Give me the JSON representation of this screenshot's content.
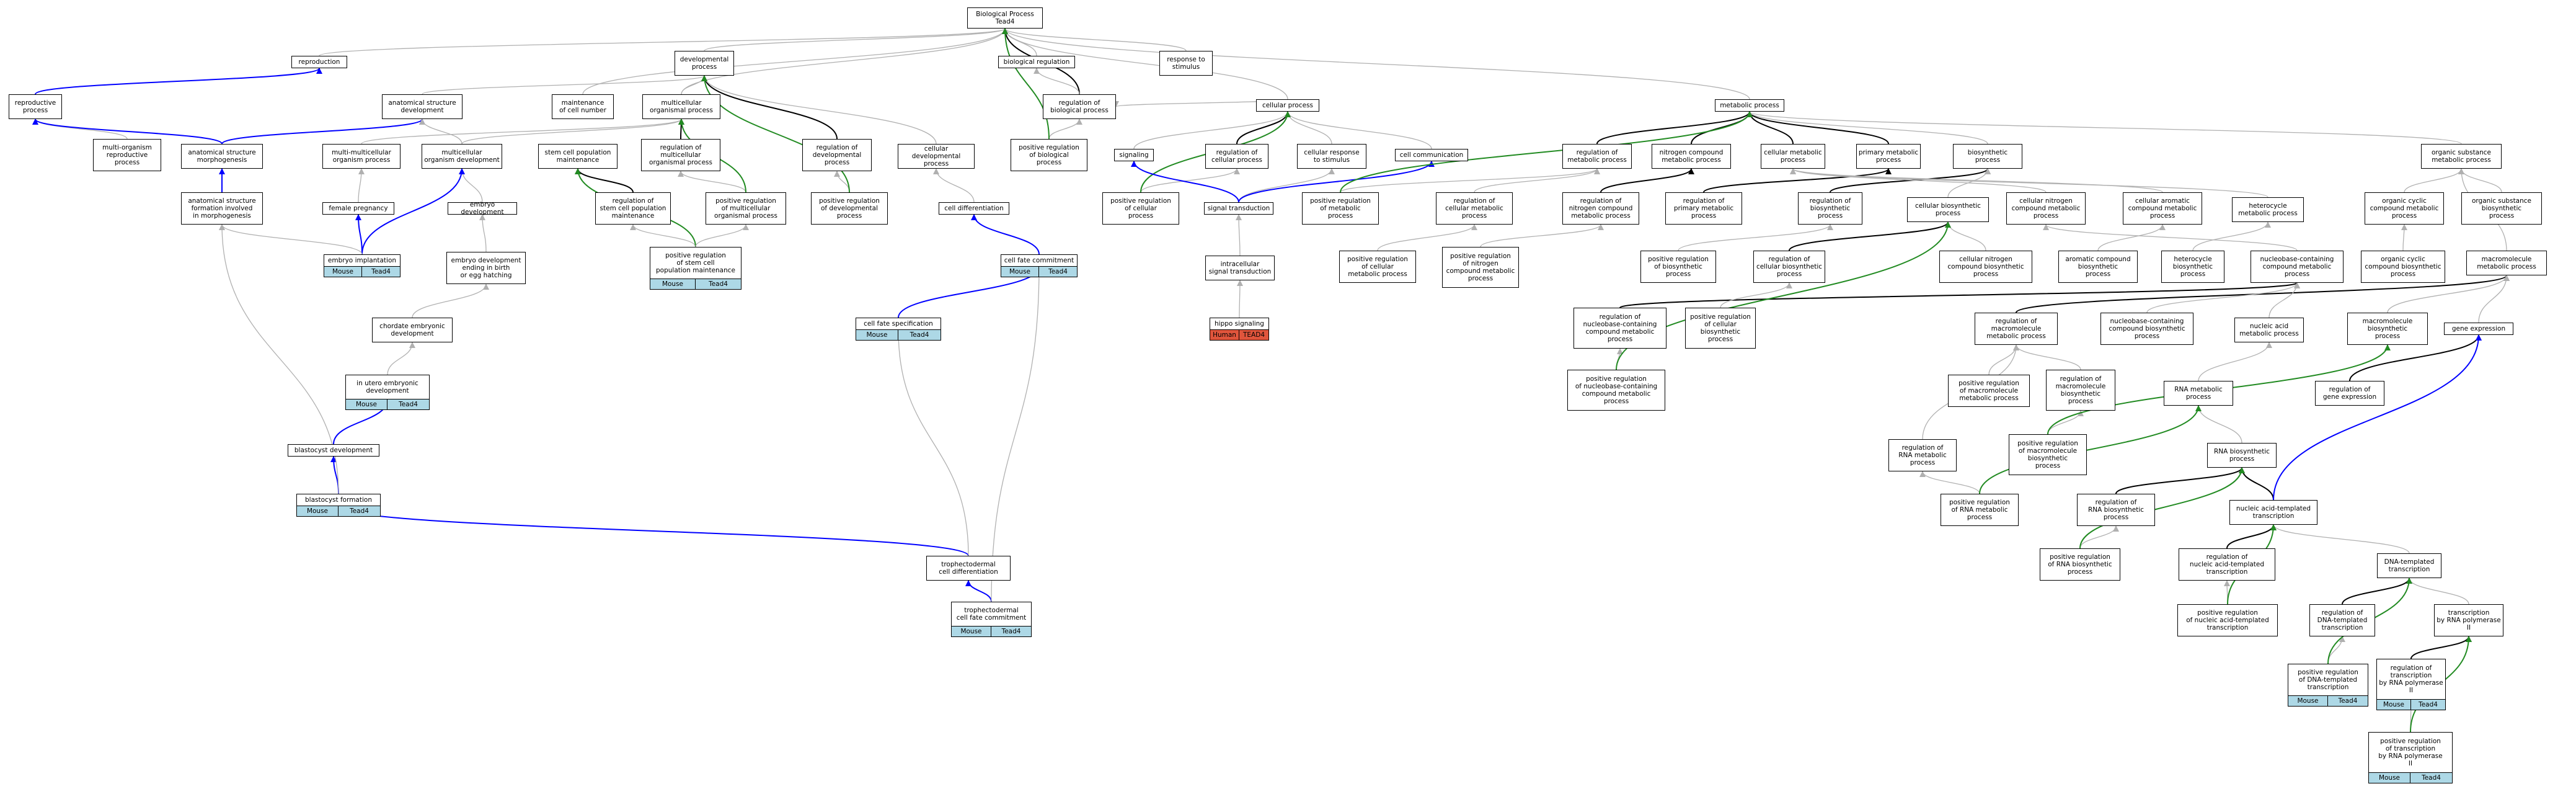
{
  "nodes": [
    {
      "id": "bp",
      "label": "Biological Process\nTead4"
    },
    {
      "id": "repro",
      "label": "reproduction"
    },
    {
      "id": "reprop",
      "label": "reproductive\nprocess"
    },
    {
      "id": "dev",
      "label": "developmental\nprocess"
    },
    {
      "id": "biolreg",
      "label": "biological regulation"
    },
    {
      "id": "resp",
      "label": "response to\nstimulus"
    },
    {
      "id": "anatdev",
      "label": "anatomical structure\ndevelopment"
    },
    {
      "id": "maint",
      "label": "maintenance\nof cell number"
    },
    {
      "id": "multiorg",
      "label": "multicellular\norganismal process"
    },
    {
      "id": "regbp",
      "label": "regulation of\nbiological process"
    },
    {
      "id": "cellproc",
      "label": "cellular process"
    },
    {
      "id": "metab",
      "label": "metabolic process"
    },
    {
      "id": "multirepro",
      "label": "multi-organism\nreproductive\nprocess"
    },
    {
      "id": "anatmorph",
      "label": "anatomical structure\nmorphogenesis"
    },
    {
      "id": "multimulti",
      "label": "multi-multicellular\norganism process"
    },
    {
      "id": "multidev",
      "label": "multicellular\norganism development"
    },
    {
      "id": "stemmaint",
      "label": "stem cell population\nmaintenance"
    },
    {
      "id": "regmultiorg",
      "label": "regulation of\nmulticellular\norganismal process"
    },
    {
      "id": "regdev",
      "label": "regulation of\ndevelopmental\nprocess"
    },
    {
      "id": "celldev",
      "label": "cellular developmental\nprocess"
    },
    {
      "id": "posregbp",
      "label": "positive regulation\nof biological\nprocess"
    },
    {
      "id": "signaling",
      "label": "signaling"
    },
    {
      "id": "regcell",
      "label": "regulation of\ncellular process"
    },
    {
      "id": "cellresp",
      "label": "cellular response\nto stimulus"
    },
    {
      "id": "cellcomm",
      "label": "cell communication"
    },
    {
      "id": "regmetab",
      "label": "regulation of\nmetabolic process"
    },
    {
      "id": "ncmetab",
      "label": "nitrogen compound\nmetabolic process"
    },
    {
      "id": "cellmetab",
      "label": "cellular metabolic\nprocess"
    },
    {
      "id": "primmetab",
      "label": "primary metabolic\nprocess"
    },
    {
      "id": "biosyn",
      "label": "biosynthetic\nprocess"
    },
    {
      "id": "orgsub",
      "label": "organic substance\nmetabolic process"
    },
    {
      "id": "anatform",
      "label": "anatomical structure\nformation involved\nin morphogenesis"
    },
    {
      "id": "femalepreg",
      "label": "female pregnancy"
    },
    {
      "id": "embdev",
      "label": "embryo development"
    },
    {
      "id": "regstem",
      "label": "regulation of\nstem cell population\nmaintenance"
    },
    {
      "id": "posregmulti",
      "label": "positive regulation\nof multicellular\norganismal process"
    },
    {
      "id": "posregdev",
      "label": "positive regulation\nof developmental\nprocess"
    },
    {
      "id": "celldiff",
      "label": "cell differentiation"
    },
    {
      "id": "posregcell",
      "label": "positive regulation\nof cellular\nprocess"
    },
    {
      "id": "sigtrans",
      "label": "signal transduction"
    },
    {
      "id": "posregmetab",
      "label": "positive regulation\nof metabolic\nprocess"
    },
    {
      "id": "regcellmetab",
      "label": "regulation of\ncellular metabolic\nprocess"
    },
    {
      "id": "regncmetab",
      "label": "regulation of\nnitrogen compound\nmetabolic process"
    },
    {
      "id": "regprim",
      "label": "regulation of\nprimary metabolic\nprocess"
    },
    {
      "id": "regbiosyn",
      "label": "regulation of\nbiosynthetic\nprocess"
    },
    {
      "id": "cellbiosyn",
      "label": "cellular biosynthetic\nprocess"
    },
    {
      "id": "cellncmetab",
      "label": "cellular nitrogen\ncompound metabolic\nprocess"
    },
    {
      "id": "cellarom",
      "label": "cellular aromatic\ncompound metabolic\nprocess"
    },
    {
      "id": "hetmetab",
      "label": "heterocycle\nmetabolic process"
    },
    {
      "id": "orgcyc",
      "label": "organic cyclic\ncompound metabolic\nprocess"
    },
    {
      "id": "orgsubbio",
      "label": "organic substance\nbiosynthetic\nprocess"
    },
    {
      "id": "embimpl",
      "label": "embryo implantation"
    },
    {
      "id": "embbirth",
      "label": "embryo development\nending in birth\nor egg hatching"
    },
    {
      "id": "posregstem",
      "label": "positive regulation\nof stem cell\npopulation maintenance"
    },
    {
      "id": "cellfatecom",
      "label": "cell fate commitment"
    },
    {
      "id": "intrasig",
      "label": "intracellular\nsignal transduction"
    },
    {
      "id": "posregcellmetab",
      "label": "positive regulation\nof cellular\nmetabolic process"
    },
    {
      "id": "posregnc",
      "label": "positive regulation\nof nitrogen\ncompound metabolic\nprocess"
    },
    {
      "id": "posregbiosyn",
      "label": "positive regulation\nof biosynthetic\nprocess"
    },
    {
      "id": "regcellbio",
      "label": "regulation of\ncellular biosynthetic\nprocess"
    },
    {
      "id": "cellncbio",
      "label": "cellular nitrogen\ncompound biosynthetic\nprocess"
    },
    {
      "id": "arombio",
      "label": "aromatic compound\nbiosynthetic\nprocess"
    },
    {
      "id": "hetbio",
      "label": "heterocycle\nbiosynthetic\nprocess"
    },
    {
      "id": "nbcmetab",
      "label": "nucleobase-containing\ncompound metabolic\nprocess"
    },
    {
      "id": "orgcycbio",
      "label": "organic cyclic\ncompound biosynthetic\nprocess"
    },
    {
      "id": "macrometab",
      "label": "macromolecule\nmetabolic process"
    },
    {
      "id": "chordate",
      "label": "chordate embryonic\ndevelopment"
    },
    {
      "id": "cellfatespec",
      "label": "cell fate specification"
    },
    {
      "id": "hippo",
      "label": "hippo signaling"
    },
    {
      "id": "regnbc",
      "label": "regulation of\nnucleobase-containing\ncompound metabolic\nprocess"
    },
    {
      "id": "posregcellbio",
      "label": "positive regulation\nof cellular\nbiosynthetic\nprocess"
    },
    {
      "id": "regmacrometab",
      "label": "regulation of\nmacromolecule\nmetabolic process"
    },
    {
      "id": "nbcbio",
      "label": "nucleobase-containing\ncompound biosynthetic\nprocess"
    },
    {
      "id": "nucacid",
      "label": "nucleic acid\nmetabolic process"
    },
    {
      "id": "macrobio",
      "label": "macromolecule\nbiosynthetic\nprocess"
    },
    {
      "id": "geneexp",
      "label": "gene expression"
    },
    {
      "id": "inutero",
      "label": "in utero embryonic\ndevelopment"
    },
    {
      "id": "posregnbc",
      "label": "positive regulation\nof nucleobase-containing\ncompound metabolic\nprocess"
    },
    {
      "id": "posregmacro",
      "label": "positive regulation\nof macromolecule\nmetabolic process"
    },
    {
      "id": "regmacrobio",
      "label": "regulation of\nmacromolecule\nbiosynthetic\nprocess"
    },
    {
      "id": "rnametab",
      "label": "RNA metabolic\nprocess"
    },
    {
      "id": "reggeneexp",
      "label": "regulation of\ngene expression"
    },
    {
      "id": "blastdev",
      "label": "blastocyst development"
    },
    {
      "id": "regrnametab",
      "label": "regulation of\nRNA metabolic\nprocess"
    },
    {
      "id": "posregmacrobio",
      "label": "positive regulation\nof macromolecule\nbiosynthetic\nprocess"
    },
    {
      "id": "rnabio",
      "label": "RNA biosynthetic\nprocess"
    },
    {
      "id": "blastform",
      "label": "blastocyst formation"
    },
    {
      "id": "posregrnametab",
      "label": "positive regulation\nof RNA metabolic\nprocess"
    },
    {
      "id": "regrnabio",
      "label": "regulation of\nRNA biosynthetic\nprocess"
    },
    {
      "id": "nuctrans",
      "label": "nucleic acid-templated\ntranscription"
    },
    {
      "id": "tropdiff",
      "label": "trophectodermal\ncell differentiation"
    },
    {
      "id": "posregrnabio",
      "label": "positive regulation\nof RNA biosynthetic\nprocess"
    },
    {
      "id": "regnuctrans",
      "label": "regulation of\nnucleic acid-templated\ntranscription"
    },
    {
      "id": "dnatrans",
      "label": "DNA-templated\ntranscription"
    },
    {
      "id": "tropfate",
      "label": "trophectodermal\ncell fate commitment"
    },
    {
      "id": "posregnuctrans",
      "label": "positive regulation\nof nucleic acid-templated\ntranscription"
    },
    {
      "id": "regdnatrans",
      "label": "regulation of\nDNA-templated\ntranscription"
    },
    {
      "id": "transpol",
      "label": "transcription\nby RNA polymerase\nII"
    },
    {
      "id": "posregdnatrans",
      "label": "positive regulation\nof DNA-templated\ntranscription"
    },
    {
      "id": "regtranspol",
      "label": "regulation of\ntranscription\nby RNA polymerase\nII"
    },
    {
      "id": "posregtranspol",
      "label": "positive regulation\nof transcription\nby RNA polymerase\nII"
    }
  ],
  "tags": {
    "mouse": "Mouse",
    "tead4": "Tead4",
    "human": "Human",
    "tead4_upper": "TEAD4"
  },
  "colors": {
    "is_a": "#b0b0b0",
    "part_of": "#000000",
    "positively_regulates": "#228b22",
    "annotation": "#0000ff",
    "mouse_tag": "#add8e6",
    "human_tag": "#e0553c"
  }
}
